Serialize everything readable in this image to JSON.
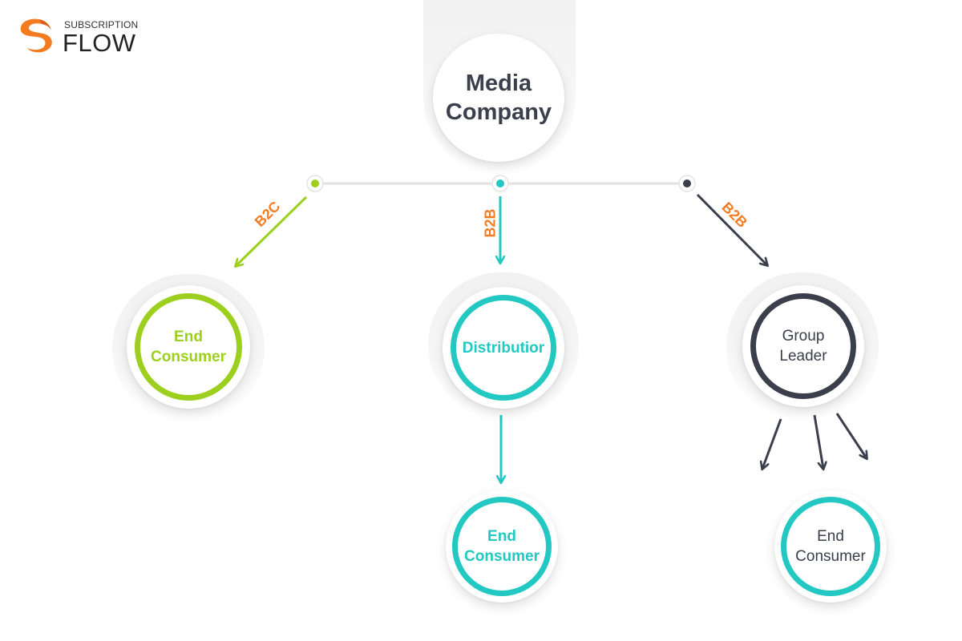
{
  "brand": {
    "line1": "SUBSCRIPTION",
    "line2": "FLOW"
  },
  "colors": {
    "orange": "#f47b20",
    "green": "#9ccf1e",
    "teal": "#23c8c2",
    "dark": "#3a3f4b",
    "edge_label": "#f47b20"
  },
  "nodes": {
    "root": {
      "line1": "Media",
      "line2": "Company"
    },
    "b2c_consumer": {
      "line1": "End",
      "line2": "Consumer"
    },
    "distribution": {
      "line1": "Distributior"
    },
    "distribution_consumer": {
      "line1": "End",
      "line2": "Consumer"
    },
    "group_leader": {
      "line1": "Group",
      "line2": "Leader"
    },
    "group_consumer": {
      "line1": "End",
      "line2": "Consumer"
    }
  },
  "edges": {
    "left": "B2C",
    "middle": "B2B",
    "right": "B2B"
  }
}
